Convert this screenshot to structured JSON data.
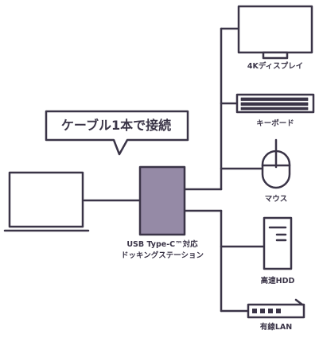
{
  "colors": {
    "outline": "#3a3447",
    "dock_fill": "#958aa6",
    "screen_fill": "#ffffff",
    "background": "#ffffff"
  },
  "callout": {
    "text": "ケーブル1本で接続"
  },
  "hub": {
    "line1": "USB Type-C™対応",
    "line2": "ドッキングステーション",
    "icon": "docking-station-icon"
  },
  "laptop": {
    "icon": "laptop-icon"
  },
  "devices": [
    {
      "label": "4Kディスプレイ",
      "icon": "monitor-icon"
    },
    {
      "label": "キーボード",
      "icon": "keyboard-icon"
    },
    {
      "label": "マウス",
      "icon": "mouse-icon"
    },
    {
      "label": "高速HDD",
      "icon": "hdd-icon"
    },
    {
      "label": "有線LAN",
      "icon": "router-icon"
    }
  ]
}
